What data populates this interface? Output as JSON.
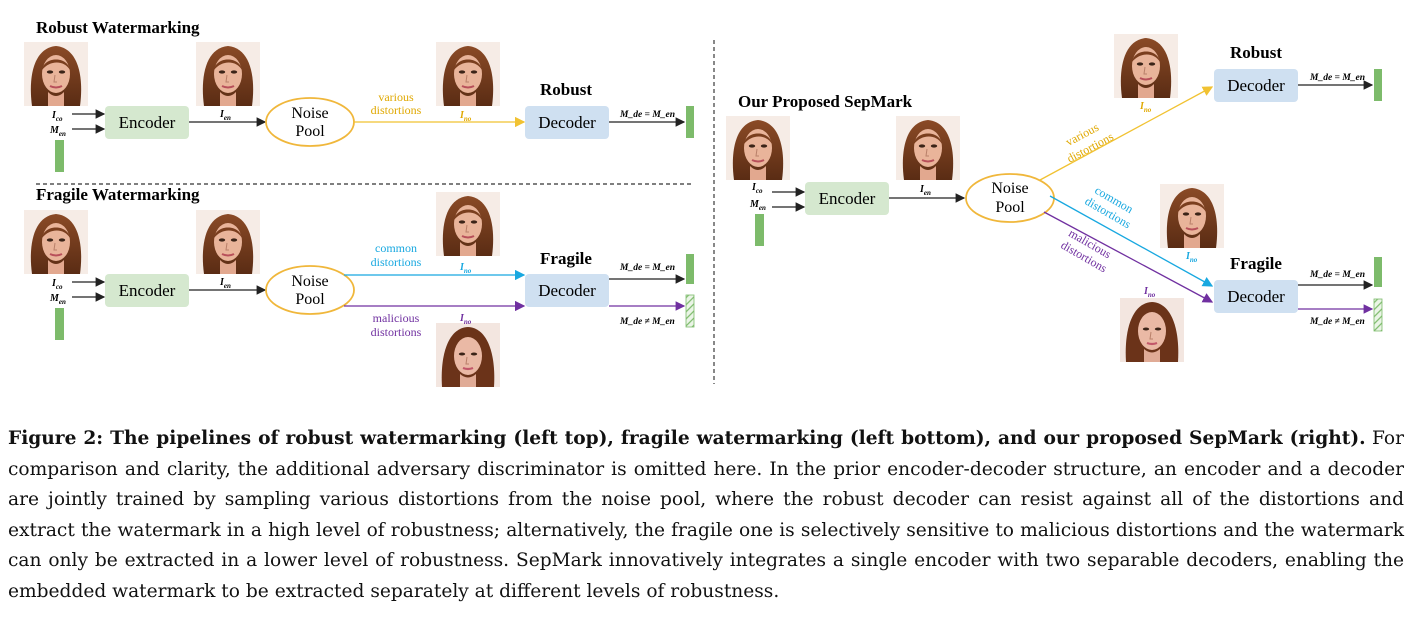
{
  "left_top": {
    "title": "Robust Watermarking",
    "input_co": "I",
    "input_co_sub": "co",
    "input_men": "M",
    "input_men_sub": "en",
    "encoder": "Encoder",
    "i_en": "I",
    "i_en_sub": "en",
    "noise_line1": "Noise",
    "noise_line2": "Pool",
    "dist_line1": "various",
    "dist_line2": "distortions",
    "i_no": "I",
    "i_no_sub": "no",
    "decoder_title": "Robust",
    "decoder": "Decoder",
    "out_label": "M_de = M_en"
  },
  "left_bottom": {
    "title": "Fragile Watermarking",
    "encoder": "Encoder",
    "noise_line1": "Noise",
    "noise_line2": "Pool",
    "common_line1": "common",
    "common_line2": "distortions",
    "malicious_line1": "malicious",
    "malicious_line2": "distortions",
    "decoder_title": "Fragile",
    "decoder": "Decoder",
    "out_eq": "M_de = M_en",
    "out_neq": "M_de ≠ M_en"
  },
  "right": {
    "title": "Our Proposed SepMark",
    "encoder": "Encoder",
    "noise_line1": "Noise",
    "noise_line2": "Pool",
    "various_line1": "various",
    "various_line2": "distortions",
    "common_line1": "common",
    "common_line2": "distortions",
    "malicious_line1": "malicious",
    "malicious_line2": "distortions",
    "robust_title": "Robust",
    "fragile_title": "Fragile",
    "decoder": "Decoder",
    "out_eq": "M_de = M_en",
    "out_neq": "M_de ≠ M_en"
  },
  "colors": {
    "encoder_fill": "#d5e8cf",
    "decoder_fill": "#cfe0f1",
    "noise_stroke": "#f0b73b",
    "various": "#f1c232",
    "common": "#18a8e0",
    "malicious": "#7030a0",
    "bar_green": "#7dbb6b"
  },
  "caption": {
    "lead": "Figure 2: The pipelines of robust watermarking (left top), fragile watermarking (left bottom), and our proposed SepMark (right).",
    "body": "For comparison and clarity, the additional adversary discriminator is omitted here. In the prior encoder-decoder structure, an encoder and a decoder are jointly trained by sampling various distortions from the noise pool, where the robust decoder can resist against all of the distortions and extract the watermark in a high level of robustness; alternatively, the fragile one is selectively sensitive to malicious distortions and the watermark can only be extracted in a lower level of robustness. SepMark innovatively integrates a single encoder with two separable decoders, enabling the embedded watermark to be extracted separately at different levels of robustness."
  }
}
